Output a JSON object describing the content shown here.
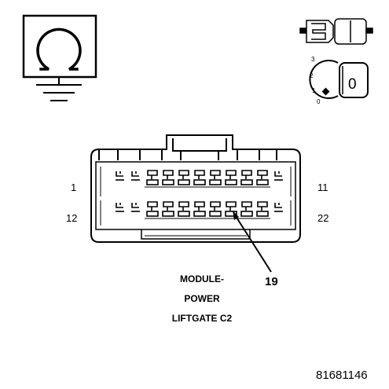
{
  "symbols": {
    "ohmmeter_icon": "ohm-symbol",
    "connector_icon": "two-part-connector",
    "ignition_icon": "ignition-key-switch",
    "ignition_positions": [
      "3",
      "2",
      "1",
      "0"
    ],
    "ignition_key_label": "0"
  },
  "connector": {
    "pin_labels": {
      "top_left": "1",
      "top_right": "11",
      "bottom_left": "12",
      "bottom_right": "22"
    },
    "callout_pin": "19",
    "name_lines": [
      "MODULE-",
      "POWER",
      "LIFTGATE C2"
    ]
  },
  "figure_number": "81681146"
}
